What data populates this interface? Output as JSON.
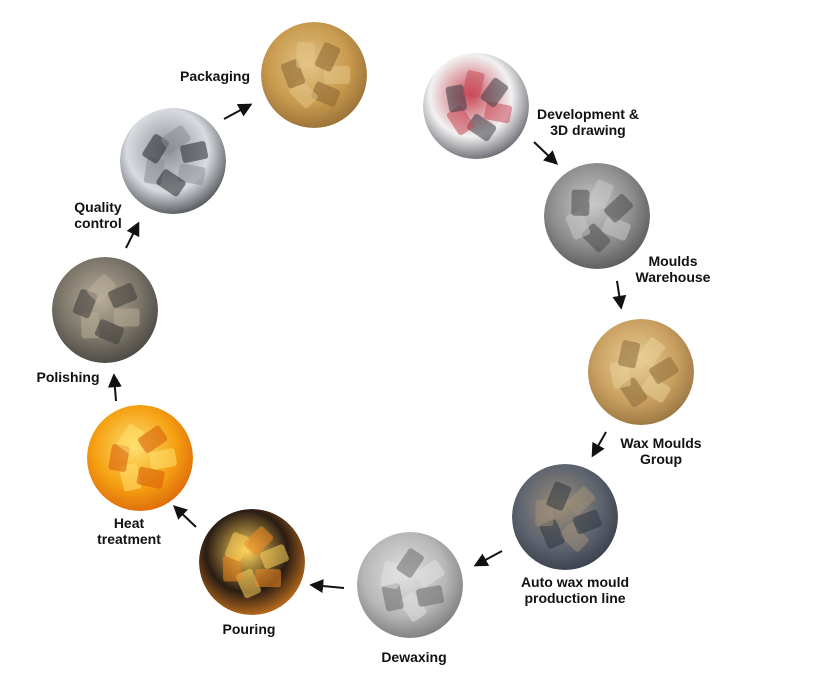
{
  "steps": [
    {
      "id": "packaging",
      "label_lines": [
        "Packaging"
      ],
      "photo": "stacked-castings-photo",
      "colors": [
        "#c89a4e",
        "#8a6330",
        "#e3c486"
      ]
    },
    {
      "id": "development",
      "label_lines": [
        "Development &",
        "3D drawing"
      ],
      "photo": "cad-workstation-photo",
      "colors": [
        "#f2f2f2",
        "#3a3a46",
        "#c94a58"
      ]
    },
    {
      "id": "moulds-warehouse",
      "label_lines": [
        "Moulds",
        "Warehouse"
      ],
      "photo": "mould-shelves-photo",
      "colors": [
        "#8e8e8e",
        "#4a4a4a",
        "#c8c8c8"
      ]
    },
    {
      "id": "wax-moulds-group",
      "label_lines": [
        "Wax Moulds",
        "Group"
      ],
      "photo": "wax-patterns-photo",
      "colors": [
        "#caa060",
        "#8a6a38",
        "#e8cf98"
      ]
    },
    {
      "id": "auto-wax",
      "label_lines": [
        "Auto wax mould",
        "production line"
      ],
      "photo": "production-line-photo",
      "colors": [
        "#5e6470",
        "#2e3642",
        "#a08f78"
      ]
    },
    {
      "id": "dewaxing",
      "label_lines": [
        "Dewaxing"
      ],
      "photo": "shell-moulds-photo",
      "colors": [
        "#b8b8b8",
        "#6a6a6a",
        "#e2e2e2"
      ]
    },
    {
      "id": "pouring",
      "label_lines": [
        "Pouring"
      ],
      "photo": "molten-metal-photo",
      "colors": [
        "#2a1c14",
        "#f08a20",
        "#ffd25a"
      ]
    },
    {
      "id": "heat-treatment",
      "label_lines": [
        "Heat",
        "treatment"
      ],
      "photo": "furnace-photo",
      "colors": [
        "#f5a012",
        "#d65a08",
        "#ffe070"
      ]
    },
    {
      "id": "polishing",
      "label_lines": [
        "Polishing"
      ],
      "photo": "grinding-worker-photo",
      "colors": [
        "#7a7468",
        "#3c3a38",
        "#b8ad98"
      ]
    },
    {
      "id": "quality-control",
      "label_lines": [
        "Quality",
        "control"
      ],
      "photo": "inspection-photo",
      "colors": [
        "#d8dce0",
        "#26282c",
        "#8a8e96"
      ]
    }
  ]
}
